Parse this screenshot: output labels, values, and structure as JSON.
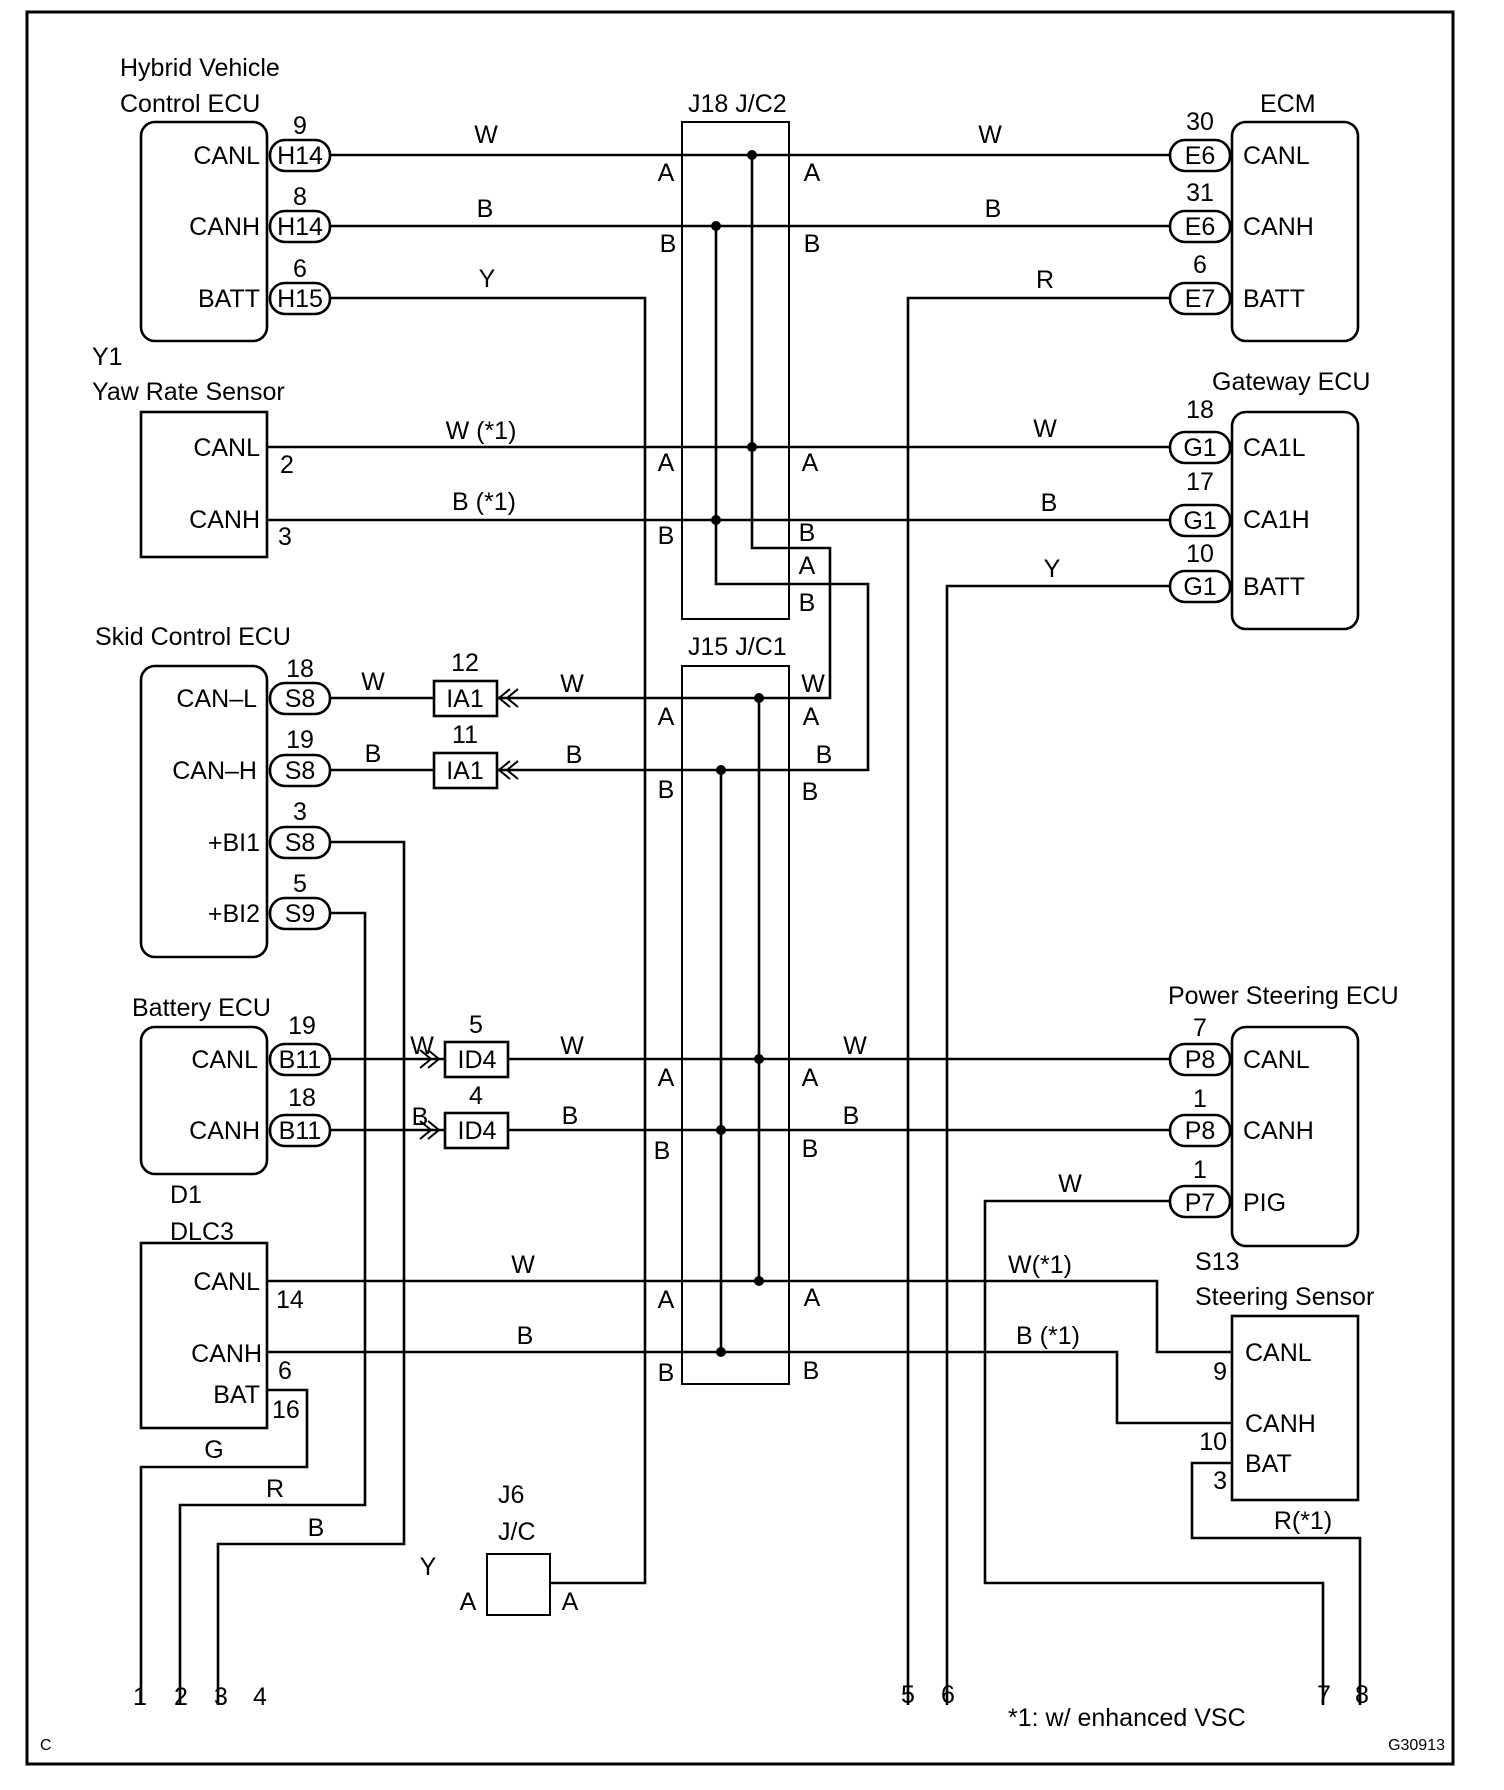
{
  "components": {
    "hv_ecu": {
      "name_line1": "Hybrid Vehicle",
      "name_line2": "Control ECU",
      "pin_canl": "CANL",
      "pin_canh": "CANH",
      "pin_batt": "BATT",
      "conn_canl": "H14",
      "conn_canh": "H14",
      "conn_batt": "H15",
      "num_canl": "9",
      "num_canh": "8",
      "num_batt": "6"
    },
    "ecm": {
      "name": "ECM",
      "pin_canl": "CANL",
      "pin_canh": "CANH",
      "pin_batt": "BATT",
      "conn_canl": "E6",
      "conn_canh": "E6",
      "conn_batt": "E7",
      "num_canl": "30",
      "num_canh": "31",
      "num_batt": "6"
    },
    "yaw": {
      "code": "Y1",
      "name": "Yaw Rate Sensor",
      "pin_canl": "CANL",
      "pin_canh": "CANH",
      "num_canl": "2",
      "num_canh": "3"
    },
    "gateway": {
      "name": "Gateway ECU",
      "pin_canl": "CA1L",
      "pin_canh": "CA1H",
      "pin_batt": "BATT",
      "conn": "G1",
      "num_canl": "18",
      "num_canh": "17",
      "num_batt": "10"
    },
    "skid": {
      "name": "Skid Control ECU",
      "pin_canl": "CAN–L",
      "pin_canh": "CAN–H",
      "pin_bi1": "+BI1",
      "pin_bi2": "+BI2",
      "conn_canl": "S8",
      "conn_canh": "S8",
      "conn_bi1": "S8",
      "conn_bi2": "S9",
      "num_canl": "18",
      "num_canh": "19",
      "num_bi1": "3",
      "num_bi2": "5"
    },
    "battery": {
      "name": "Battery ECU",
      "code": "D1",
      "pin_canl": "CANL",
      "pin_canh": "CANH",
      "conn": "B11",
      "num_canl": "19",
      "num_canh": "18"
    },
    "ps_ecu": {
      "name": "Power Steering ECU",
      "pin_canl": "CANL",
      "pin_canh": "CANH",
      "pin_pig": "PIG",
      "conn_canl": "P8",
      "conn_canh": "P8",
      "conn_pig": "P7",
      "num_canl": "7",
      "num_canh": "1",
      "num_pig": "1"
    },
    "dlc3": {
      "name": "DLC3",
      "pin_canl": "CANL",
      "pin_canh": "CANH",
      "pin_bat": "BAT",
      "num_canl": "14",
      "num_canh": "6",
      "num_bat": "16"
    },
    "steer": {
      "code": "S13",
      "name": "Steering Sensor",
      "pin_canl": "CANL",
      "pin_canh": "CANH",
      "pin_bat": "BAT",
      "num_canl": "9",
      "num_canh": "10",
      "num_bat": "3"
    }
  },
  "junctions": {
    "j18": "J18 J/C2",
    "j15": "J15 J/C1",
    "j6_code": "J6",
    "j6_type": "J/C"
  },
  "inline": {
    "ia1": "IA1",
    "ia1_canl": "12",
    "ia1_canh": "11",
    "id4": "ID4",
    "id4_canl": "5",
    "id4_canh": "4"
  },
  "wires": {
    "w": "W",
    "b": "B",
    "y": "Y",
    "r": "R",
    "g": "G",
    "w_opt": "W  (*1)",
    "b_opt": "B  (*1)",
    "w_opt2": "W(*1)",
    "b_opt2": "B (*1)",
    "r_opt": "R(*1)",
    "a": "A"
  },
  "terminals": [
    "1",
    "2",
    "3",
    "4",
    "5",
    "6",
    "7",
    "8"
  ],
  "footnote": "*1: w/ enhanced VSC",
  "corner_left": "C",
  "figure_id": "G30913"
}
